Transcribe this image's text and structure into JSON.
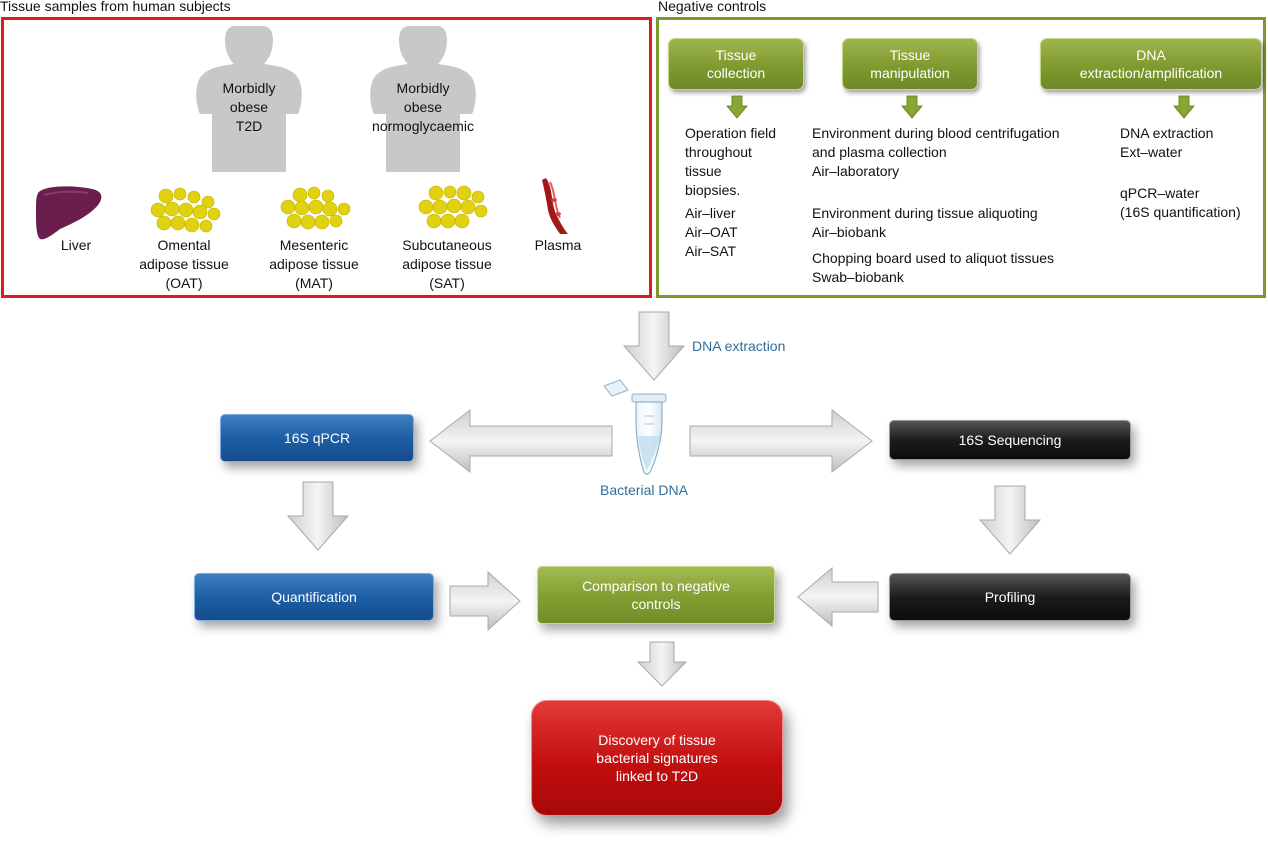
{
  "tissue_section": {
    "title": "Tissue samples from human subjects",
    "subjects": [
      {
        "label": "Morbidly\nobese\nT2D"
      },
      {
        "label": "Morbidly\nobese\nnormoglycaemic"
      }
    ],
    "samples": [
      {
        "label": "Liver"
      },
      {
        "label": "Omental\nadipose tissue\n(OAT)"
      },
      {
        "label": "Mesenteric\nadipose tissue\n(MAT)"
      },
      {
        "label": "Subcutaneous\nadipose tissue\n(SAT)"
      },
      {
        "label": "Plasma"
      }
    ],
    "border_color": "#e0191d"
  },
  "controls_section": {
    "title": "Negative controls",
    "border_color": "#7a9a2c",
    "headers": [
      {
        "label": "Tissue\ncollection"
      },
      {
        "label": "Tissue\nmanipulation"
      },
      {
        "label": "DNA\nextraction/amplification"
      }
    ],
    "collection_text": "Operation field\nthroughout\ntissue\nbiopsies.",
    "collection_items": "Air–liver\nAir–OAT\nAir–SAT",
    "manipulation_groups": [
      "Environment during blood centrifugation\nand plasma collection\nAir–laboratory",
      "Environment during tissue aliquoting\nAir–biobank",
      "Chopping board used to aliquot tissues\nSwab–biobank"
    ],
    "extraction_groups": [
      "DNA extraction\nExt–water",
      "qPCR–water\n(16S quantification)"
    ]
  },
  "flow": {
    "dna_extraction_label": "DNA extraction",
    "bacterial_dna_label": "Bacterial DNA",
    "label_color": "#2f6f99",
    "qpcr": "16S qPCR",
    "sequencing": "16S Sequencing",
    "quantification": "Quantification",
    "comparison": "Comparison to negative\ncontrols",
    "profiling": "Profiling",
    "discovery": "Discovery of tissue\nbacterial signatures\nlinked to T2D"
  }
}
